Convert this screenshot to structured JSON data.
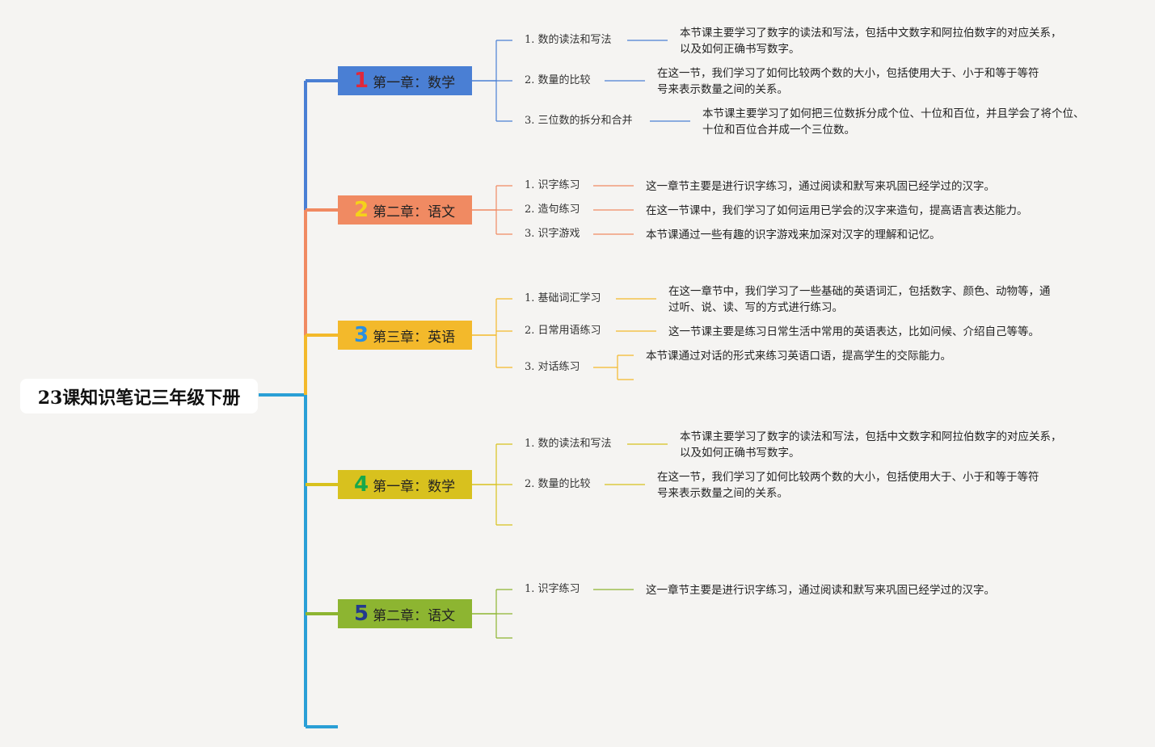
{
  "root": {
    "title": "23课知识笔记三年级下册"
  },
  "chapters": [
    {
      "number": "1",
      "title": "第一章：数学",
      "color": "#4a7fd4",
      "num_color": "#e0283a",
      "topics": [
        {
          "title": "1. 数的读法和写法",
          "desc_lines": [
            "本节课主要学习了数字的读法和写法，包括中文数字和阿拉伯数字的对应关系，",
            "以及如何正确书写数字。"
          ]
        },
        {
          "title": "2. 数量的比较",
          "desc_lines": [
            "在这一节，我们学习了如何比较两个数的大小，包括使用大于、小于和等于等符",
            "号来表示数量之间的关系。"
          ]
        },
        {
          "title": "3. 三位数的拆分和合并",
          "desc_lines": [
            "本节课主要学习了如何把三位数拆分成个位、十位和百位，并且学会了将个位、",
            "十位和百位合并成一个三位数。"
          ]
        }
      ]
    },
    {
      "number": "2",
      "title": "第二章：语文",
      "color": "#f08a62",
      "num_color": "#f5d21a",
      "topics": [
        {
          "title": "1. 识字练习",
          "desc_lines": [
            "这一章节主要是进行识字练习，通过阅读和默写来巩固已经学过的汉字。"
          ]
        },
        {
          "title": "2. 造句练习",
          "desc_lines": [
            "在这一节课中，我们学习了如何运用已学会的汉字来造句，提高语言表达能力。"
          ]
        },
        {
          "title": "3. 识字游戏",
          "desc_lines": [
            "本节课通过一些有趣的识字游戏来加深对汉字的理解和记忆。"
          ]
        }
      ]
    },
    {
      "number": "3",
      "title": "第三章：英语",
      "color": "#f3b92b",
      "num_color": "#2a8fe0",
      "topics": [
        {
          "title": "1. 基础词汇学习",
          "desc_lines": [
            "在这一章节中，我们学习了一些基础的英语词汇，包括数字、颜色、动物等，通",
            "过听、说、读、写的方式进行练习。"
          ]
        },
        {
          "title": "2. 日常用语练习",
          "desc_lines": [
            "这一节课主要是练习日常生活中常用的英语表达，比如问候、介绍自己等等。"
          ]
        },
        {
          "title": "3. 对话练习",
          "desc_lines": [
            "本节课通过对话的形式来练习英语口语，提高学生的交际能力。"
          ]
        }
      ]
    },
    {
      "number": "4",
      "title": "第一章：数学",
      "color": "#d8c11e",
      "num_color": "#17a84a",
      "topics": [
        {
          "title": "1. 数的读法和写法",
          "desc_lines": [
            "本节课主要学习了数字的读法和写法，包括中文数字和阿拉伯数字的对应关系，",
            "以及如何正确书写数字。"
          ]
        },
        {
          "title": "2. 数量的比较",
          "desc_lines": [
            "在这一节，我们学习了如何比较两个数的大小，包括使用大于、小于和等于等符",
            "号来表示数量之间的关系。"
          ]
        }
      ]
    },
    {
      "number": "5",
      "title": "第二章：语文",
      "color": "#8db531",
      "num_color": "#233a8c",
      "topics": [
        {
          "title": "1. 识字练习",
          "desc_lines": [
            "这一章节主要是进行识字练习，通过阅读和默写来巩固已经学过的汉字。"
          ]
        }
      ]
    }
  ],
  "colors": {
    "trunk": "#2a9fd6",
    "background": "#f5f4f2"
  }
}
